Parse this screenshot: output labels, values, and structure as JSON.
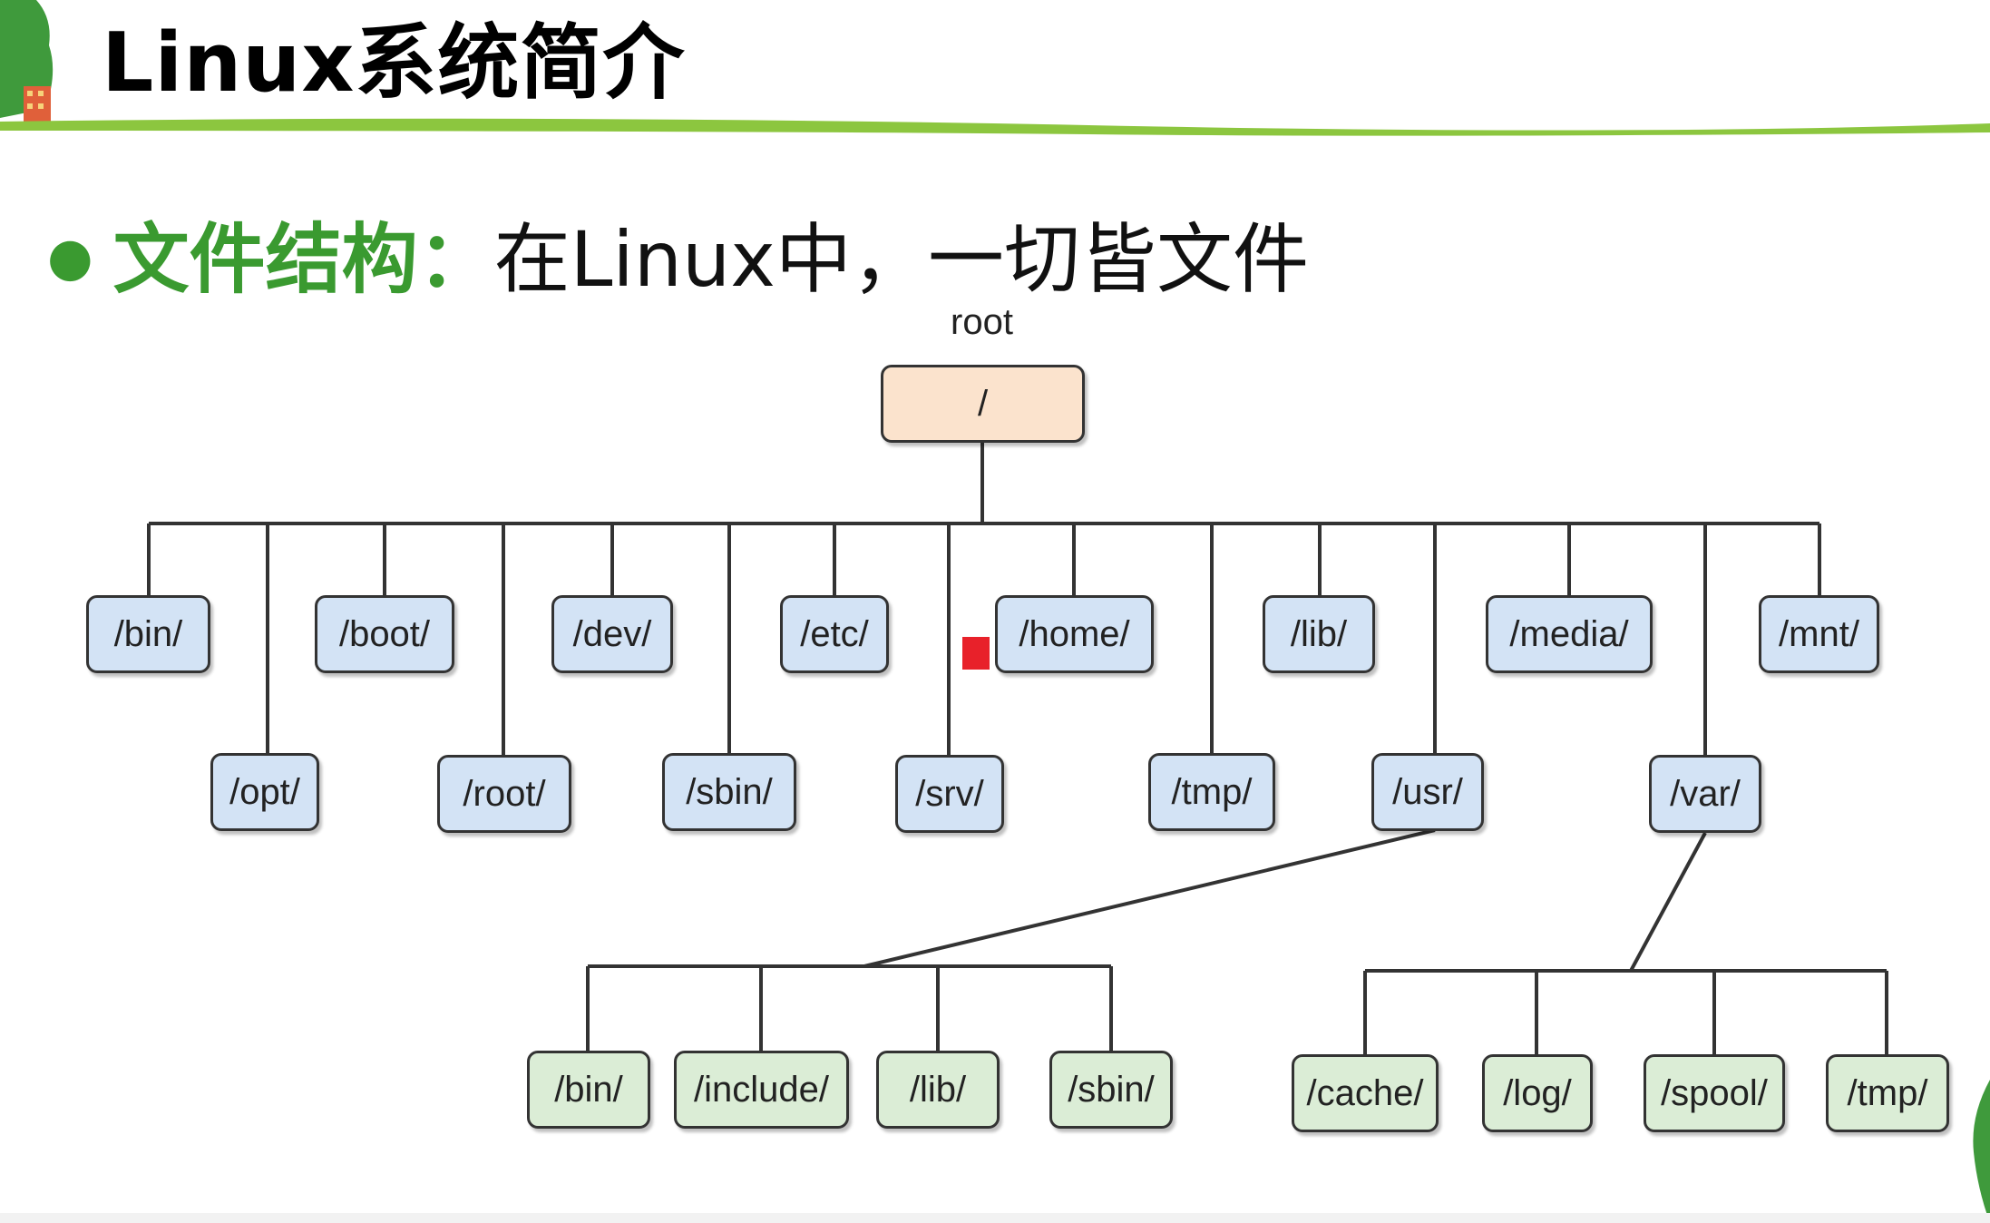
{
  "slide": {
    "title": "Linux系统简介",
    "bullet_label": "文件结构：",
    "bullet_text": "在Linux中，一切皆文件",
    "root_label": "root"
  },
  "colors": {
    "accent_green": "#3a9a30",
    "root_fill": "#fbe3cd",
    "level1_fill": "#d3e3f5",
    "level2_fill": "#dbedd6",
    "marker_red": "#e8212a"
  },
  "tree": {
    "root": "/",
    "level1": [
      "/bin/",
      "/opt/",
      "/boot/",
      "/root/",
      "/dev/",
      "/sbin/",
      "/etc/",
      "/srv/",
      "/home/",
      "/tmp/",
      "/lib/",
      "/usr/",
      "/media/",
      "/var/",
      "/mnt/"
    ],
    "usr_children": [
      "/bin/",
      "/include/",
      "/lib/",
      "/sbin/"
    ],
    "var_children": [
      "/cache/",
      "/log/",
      "/spool/",
      "/tmp/"
    ]
  }
}
